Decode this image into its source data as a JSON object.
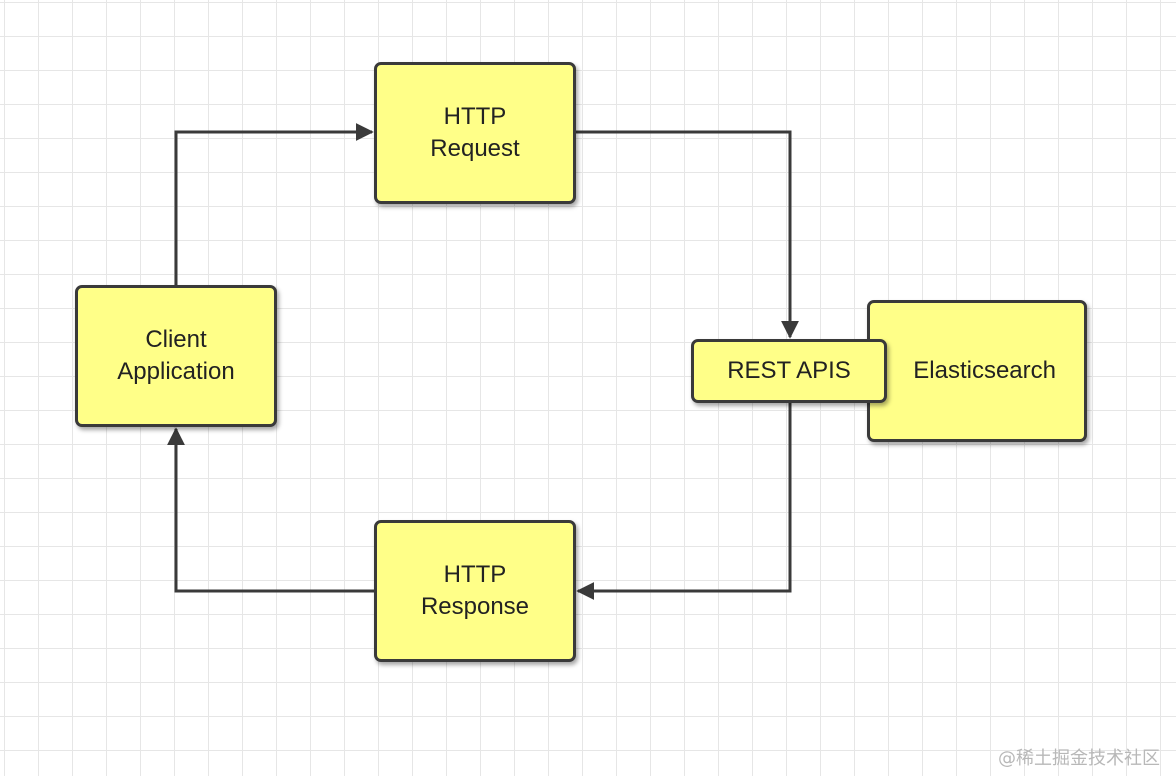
{
  "nodes": {
    "client": "Client\nApplication",
    "request": "HTTP\nRequest",
    "response": "HTTP\nResponse",
    "rest": "REST APIS",
    "elastic": "Elasticsearch"
  },
  "colors": {
    "node_fill": "#ffff88",
    "border": "#3a3a3a",
    "edge": "#3a3a3a",
    "grid": "#e6e6e6"
  },
  "edges": [
    {
      "from": "client",
      "to": "request"
    },
    {
      "from": "request",
      "to": "rest"
    },
    {
      "from": "rest",
      "to": "response"
    },
    {
      "from": "response",
      "to": "client"
    }
  ],
  "watermark": "@稀土掘金技术社区"
}
